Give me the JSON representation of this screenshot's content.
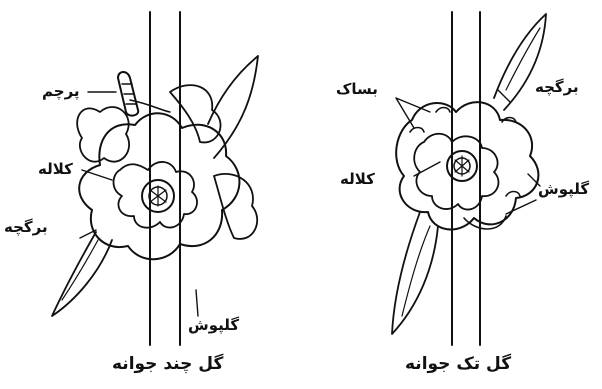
{
  "left_panel": {
    "caption": "گل چند جوانه",
    "labels": {
      "anther_cluster": "پرچم",
      "stigma": "کلاله",
      "bract": "برگچه",
      "calyx": "گلپوش"
    }
  },
  "right_panel": {
    "caption": "گل تک جوانه",
    "labels": {
      "bract": "برگچه",
      "stamen": "بساک",
      "stigma": "کلاله",
      "calyx": "گلپوش"
    }
  },
  "colors": {
    "ink": "#111111",
    "background": "#ffffff"
  }
}
